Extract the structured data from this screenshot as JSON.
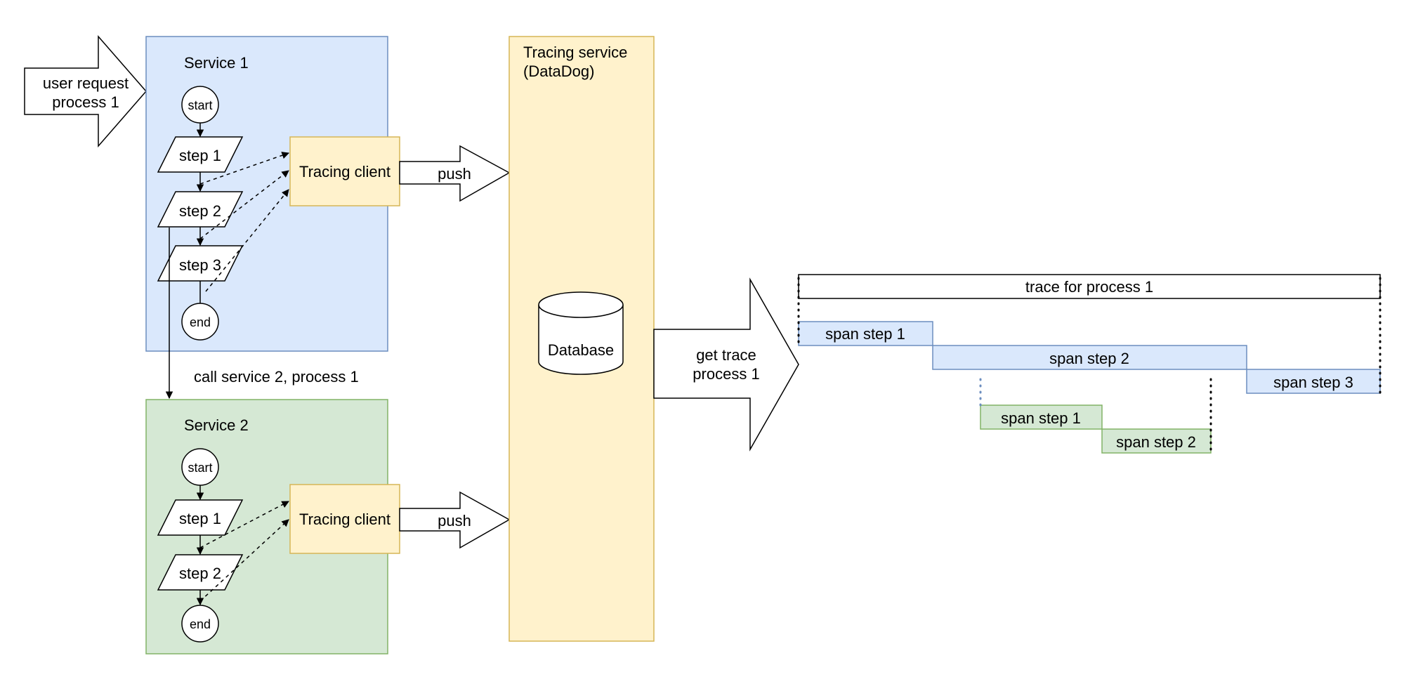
{
  "input_arrow": {
    "line1": "user request",
    "line2": "process 1"
  },
  "service1": {
    "title": "Service 1",
    "start": "start",
    "steps": [
      "step 1",
      "step 2",
      "step 3"
    ],
    "end": "end",
    "tracing_client": "Tracing client",
    "push": "push"
  },
  "call_label": "call service 2, process 1",
  "service2": {
    "title": "Service 2",
    "start": "start",
    "steps": [
      "step 1",
      "step 2"
    ],
    "end": "end",
    "tracing_client": "Tracing client",
    "push": "push"
  },
  "tracing_service": {
    "title_line1": "Tracing service",
    "title_line2": "(DataDog)",
    "database": "Database"
  },
  "get_trace_arrow": {
    "line1": "get trace",
    "line2": "process 1"
  },
  "trace": {
    "title": "trace for process 1",
    "service1_spans": [
      "span step 1",
      "span step 2",
      "span step 3"
    ],
    "service2_spans": [
      "span step 1",
      "span step 2"
    ]
  },
  "colors": {
    "service1_fill": "#dae8fc",
    "service1_stroke": "#6c8ebf",
    "service2_fill": "#d5e8d4",
    "service2_stroke": "#82b366",
    "tracing_fill": "#fff2cc",
    "tracing_stroke": "#d6b656"
  }
}
